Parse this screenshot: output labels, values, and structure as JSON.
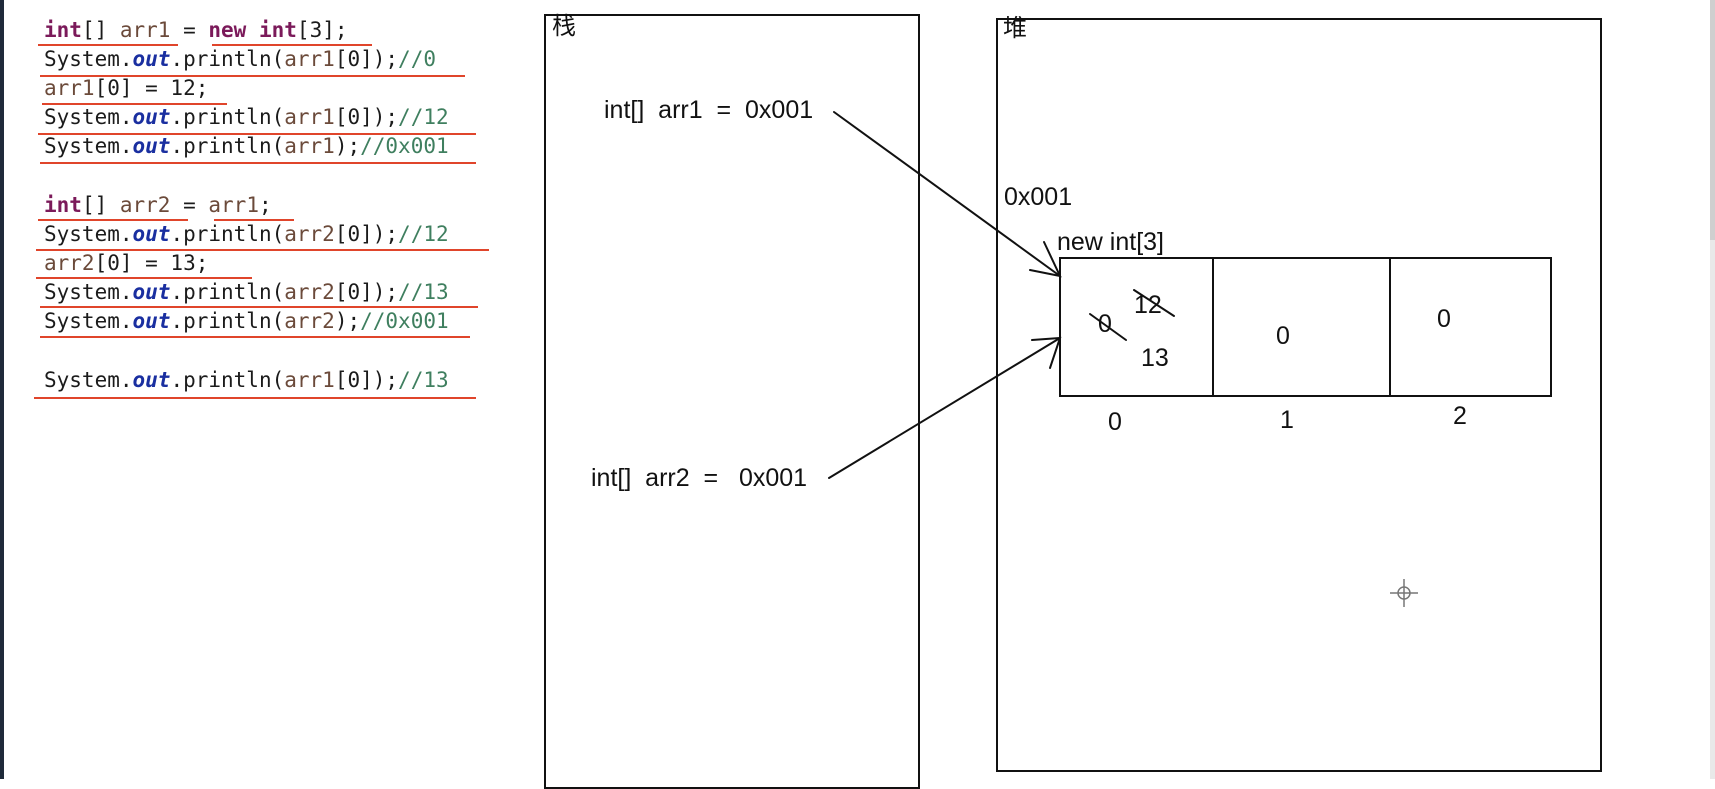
{
  "code": {
    "line1": {
      "kw1": "int",
      "p1": "[] ",
      "v1": "arr1",
      "p2": " = ",
      "kw2": "new",
      "p3": " ",
      "kw3": "int",
      "p4": "[3];"
    },
    "line2": {
      "p1": "System.",
      "out": "out",
      "p2": ".println(",
      "v1": "arr1",
      "p3": "[0]);",
      "cm": "//0"
    },
    "line3": {
      "v1": "arr1",
      "p1": "[0] = 12;"
    },
    "line4": {
      "p1": "System.",
      "out": "out",
      "p2": ".println(",
      "v1": "arr1",
      "p3": "[0]);",
      "cm": "//12"
    },
    "line5": {
      "p1": "System.",
      "out": "out",
      "p2": ".println(",
      "v1": "arr1",
      "p3": ");",
      "cm": "//0x001"
    },
    "line6": {
      "kw1": "int",
      "p1": "[] ",
      "v1": "arr2",
      "p2": " = ",
      "v2": "arr1",
      "p3": ";"
    },
    "line7": {
      "p1": "System.",
      "out": "out",
      "p2": ".println(",
      "v1": "arr2",
      "p3": "[0]);",
      "cm": "//12"
    },
    "line8": {
      "v1": "arr2",
      "p1": "[0] = 13;"
    },
    "line9": {
      "p1": "System.",
      "out": "out",
      "p2": ".println(",
      "v1": "arr2",
      "p3": "[0]);",
      "cm": "//13"
    },
    "line10": {
      "p1": "System.",
      "out": "out",
      "p2": ".println(",
      "v1": "arr2",
      "p3": ");",
      "cm": "//0x001"
    },
    "line11": {
      "p1": "System.",
      "out": "out",
      "p2": ".println(",
      "v1": "arr1",
      "p3": "[0]);",
      "cm": "//13"
    }
  },
  "stack": {
    "title": "栈",
    "ref1": "int[]  arr1  =  0x001",
    "ref2": "int[]  arr2  =   0x001"
  },
  "heap": {
    "title": "堆",
    "address": "0x001",
    "new_label": "new int[3]",
    "cell0_old1": "0",
    "cell0_old2": "12",
    "cell0_value": "13",
    "cell1_value": "0",
    "cell2_value": "0",
    "index0": "0",
    "index1": "1",
    "index2": "2"
  },
  "colors": {
    "keyword": "#7b1a5a",
    "out": "#1a2fa0",
    "comment": "#3f7f5f",
    "underline": "#e0452b"
  }
}
